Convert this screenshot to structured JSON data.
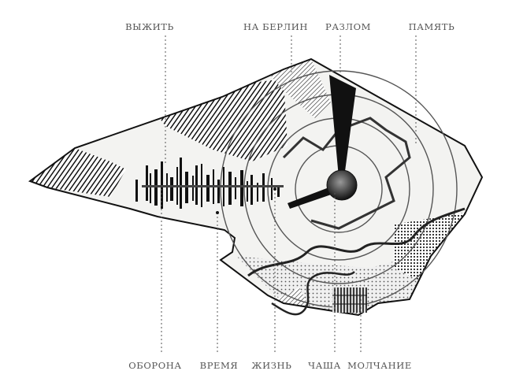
{
  "labels_top": {
    "survive": "ВЫЖИТЬ",
    "to_berlin": "НА БЕРЛИН",
    "rift": "РАЗЛОМ",
    "memory": "ПАМЯТЬ"
  },
  "labels_bottom": {
    "defense": "ОБОРОНА",
    "time": "ВРЕМЯ",
    "life": "ЖИЗНЬ",
    "bowl": "ЧАША",
    "silence": "МОЛЧАНИЕ"
  },
  "colors": {
    "ink": "#111111",
    "paper": "#f3f3f1",
    "label": "#555555"
  }
}
